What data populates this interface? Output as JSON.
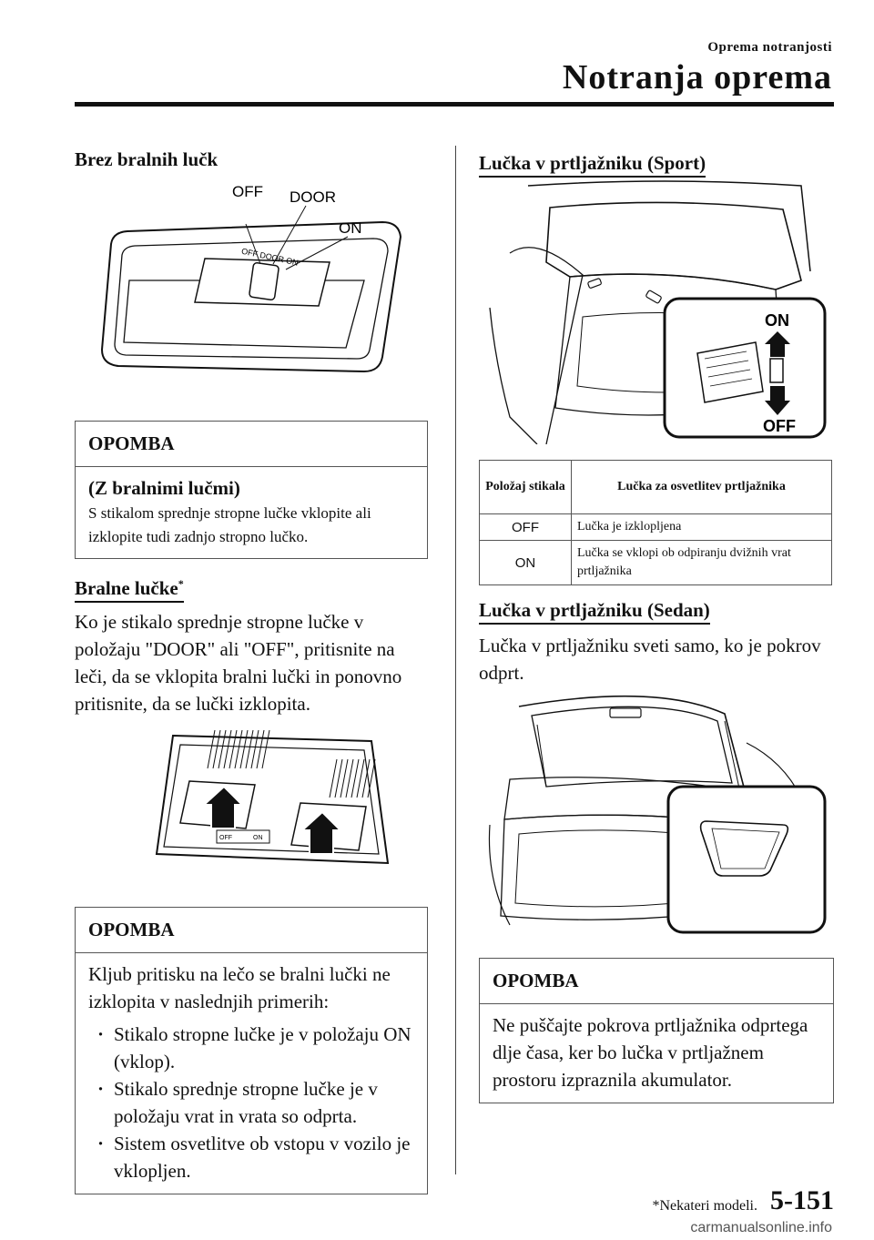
{
  "header": {
    "section": "Oprema notranjosti",
    "title": "Notranja oprema"
  },
  "left": {
    "heading1": "Brez bralnih lučk",
    "fig1_labels": {
      "off": "OFF",
      "door": "DOOR",
      "on": "ON",
      "switch_text": "OFF DOOR ON"
    },
    "note1": {
      "title": "OPOMBA",
      "subtitle": "(Z bralnimi lučmi)",
      "text": "S stikalom sprednje stropne lučke vklopite ali izklopite tudi zadnjo stropno lučko."
    },
    "heading2": "Bralne lučke",
    "heading2_mark": "*",
    "paragraph": "Ko je stikalo sprednje stropne lučke v položaju \"DOOR\" ali \"OFF\", pritisnite na leči, da se vklopita bralni lučki in ponovno pritisnite, da se lučki izklopita.",
    "fig2_labels": {
      "off": "OFF",
      "on": "ON"
    },
    "note2": {
      "title": "OPOMBA",
      "text": "Kljub pritisku na lečo se bralni lučki ne izklopita v naslednjih primerih:",
      "bullets": [
        "Stikalo stropne lučke je v položaju ON (vklop).",
        "Stikalo sprednje stropne lučke je v položaju vrat in vrata so odprta.",
        "Sistem osvetlitve ob vstopu v vozilo je vklopljen."
      ]
    }
  },
  "right": {
    "heading1": "Lučka v prtljažniku (Sport)",
    "fig3_labels": {
      "on": "ON",
      "off": "OFF"
    },
    "table": {
      "headers": [
        "Položaj stikala",
        "Lučka za osvetlitev prtljažnika"
      ],
      "rows": [
        {
          "pos": "OFF",
          "desc": "Lučka je izklopljena"
        },
        {
          "pos": "ON",
          "desc": "Lučka se vklopi ob odpiranju dvižnih vrat prtljažnika"
        }
      ]
    },
    "heading2": "Lučka v prtljažniku (Sedan)",
    "paragraph": "Lučka v prtljažniku sveti samo, ko je pokrov odprt.",
    "note": {
      "title": "OPOMBA",
      "text": "Ne puščajte pokrova prtljažnika odprtega dlje časa, ker bo lučka v prtljažnem prostoru izpraznila akumulator."
    }
  },
  "footer": {
    "note": "*Nekateri modeli.",
    "page": "5-151",
    "watermark": "carmanualsonline.info"
  }
}
